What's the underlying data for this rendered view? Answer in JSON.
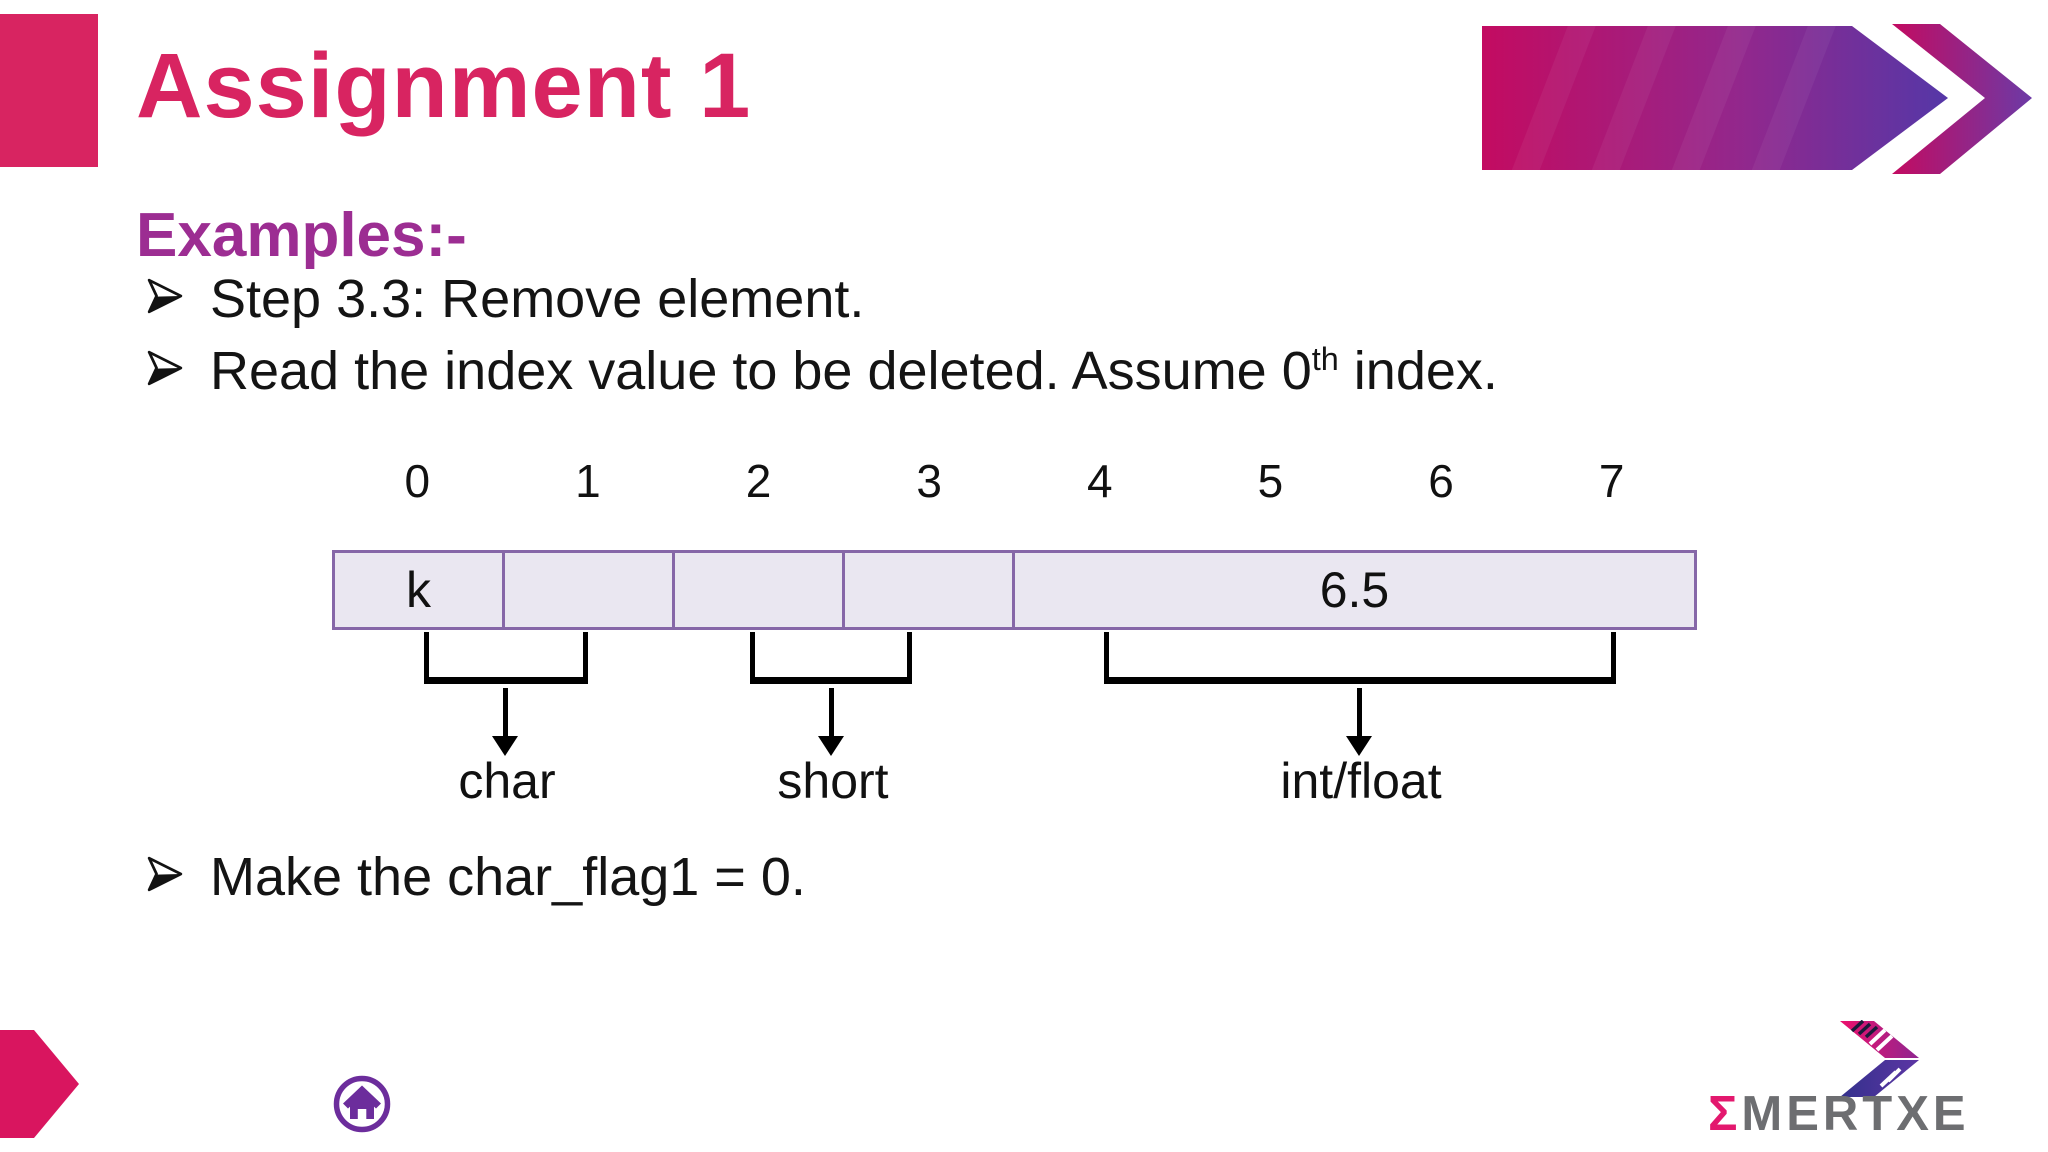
{
  "slide": {
    "title": "Assignment 1",
    "section_heading": "Examples:-",
    "bullets": [
      {
        "text": "Step 3.3: Remove element."
      },
      {
        "pre": "Read the index value to be deleted. Assume 0",
        "sup": "th",
        "post": " index."
      },
      {
        "text": "Make the char_flag1 = 0."
      }
    ]
  },
  "diagram": {
    "indices": [
      "0",
      "1",
      "2",
      "3",
      "4",
      "5",
      "6",
      "7"
    ],
    "cell_values": {
      "cell0": "k",
      "merged_4_7": "6.5"
    },
    "type_groups": [
      {
        "label": "char",
        "span": [
          0,
          1
        ]
      },
      {
        "label": "short",
        "span": [
          2,
          3
        ]
      },
      {
        "label": "int/float",
        "span": [
          4,
          7
        ]
      }
    ]
  },
  "footer": {
    "logo_sigma": "Σ",
    "logo_text": "MERTXE"
  },
  "icons": {
    "bullet_marker": "arrowhead-right-3d",
    "header_art": "gradient-arrow-banner-with-chevron",
    "footer_arrow": "pentagon-arrow-right",
    "home": "home-in-circle",
    "logo_mark": "double-chevron-arrow"
  },
  "colors": {
    "title_pink": "#D82461",
    "heading_purple": "#9C2D92",
    "body_text": "#141414",
    "array_fill": "#EAE7F1",
    "array_border": "#8667A8",
    "banner_gradient_start": "#C30B61",
    "banner_gradient_mid": "#93278C",
    "banner_gradient_end": "#5537A7",
    "bracket_black": "#000000",
    "home_icon_purple": "#6C2D9C",
    "logo_gray": "#6D6E71",
    "logo_pink": "#E3186E"
  }
}
